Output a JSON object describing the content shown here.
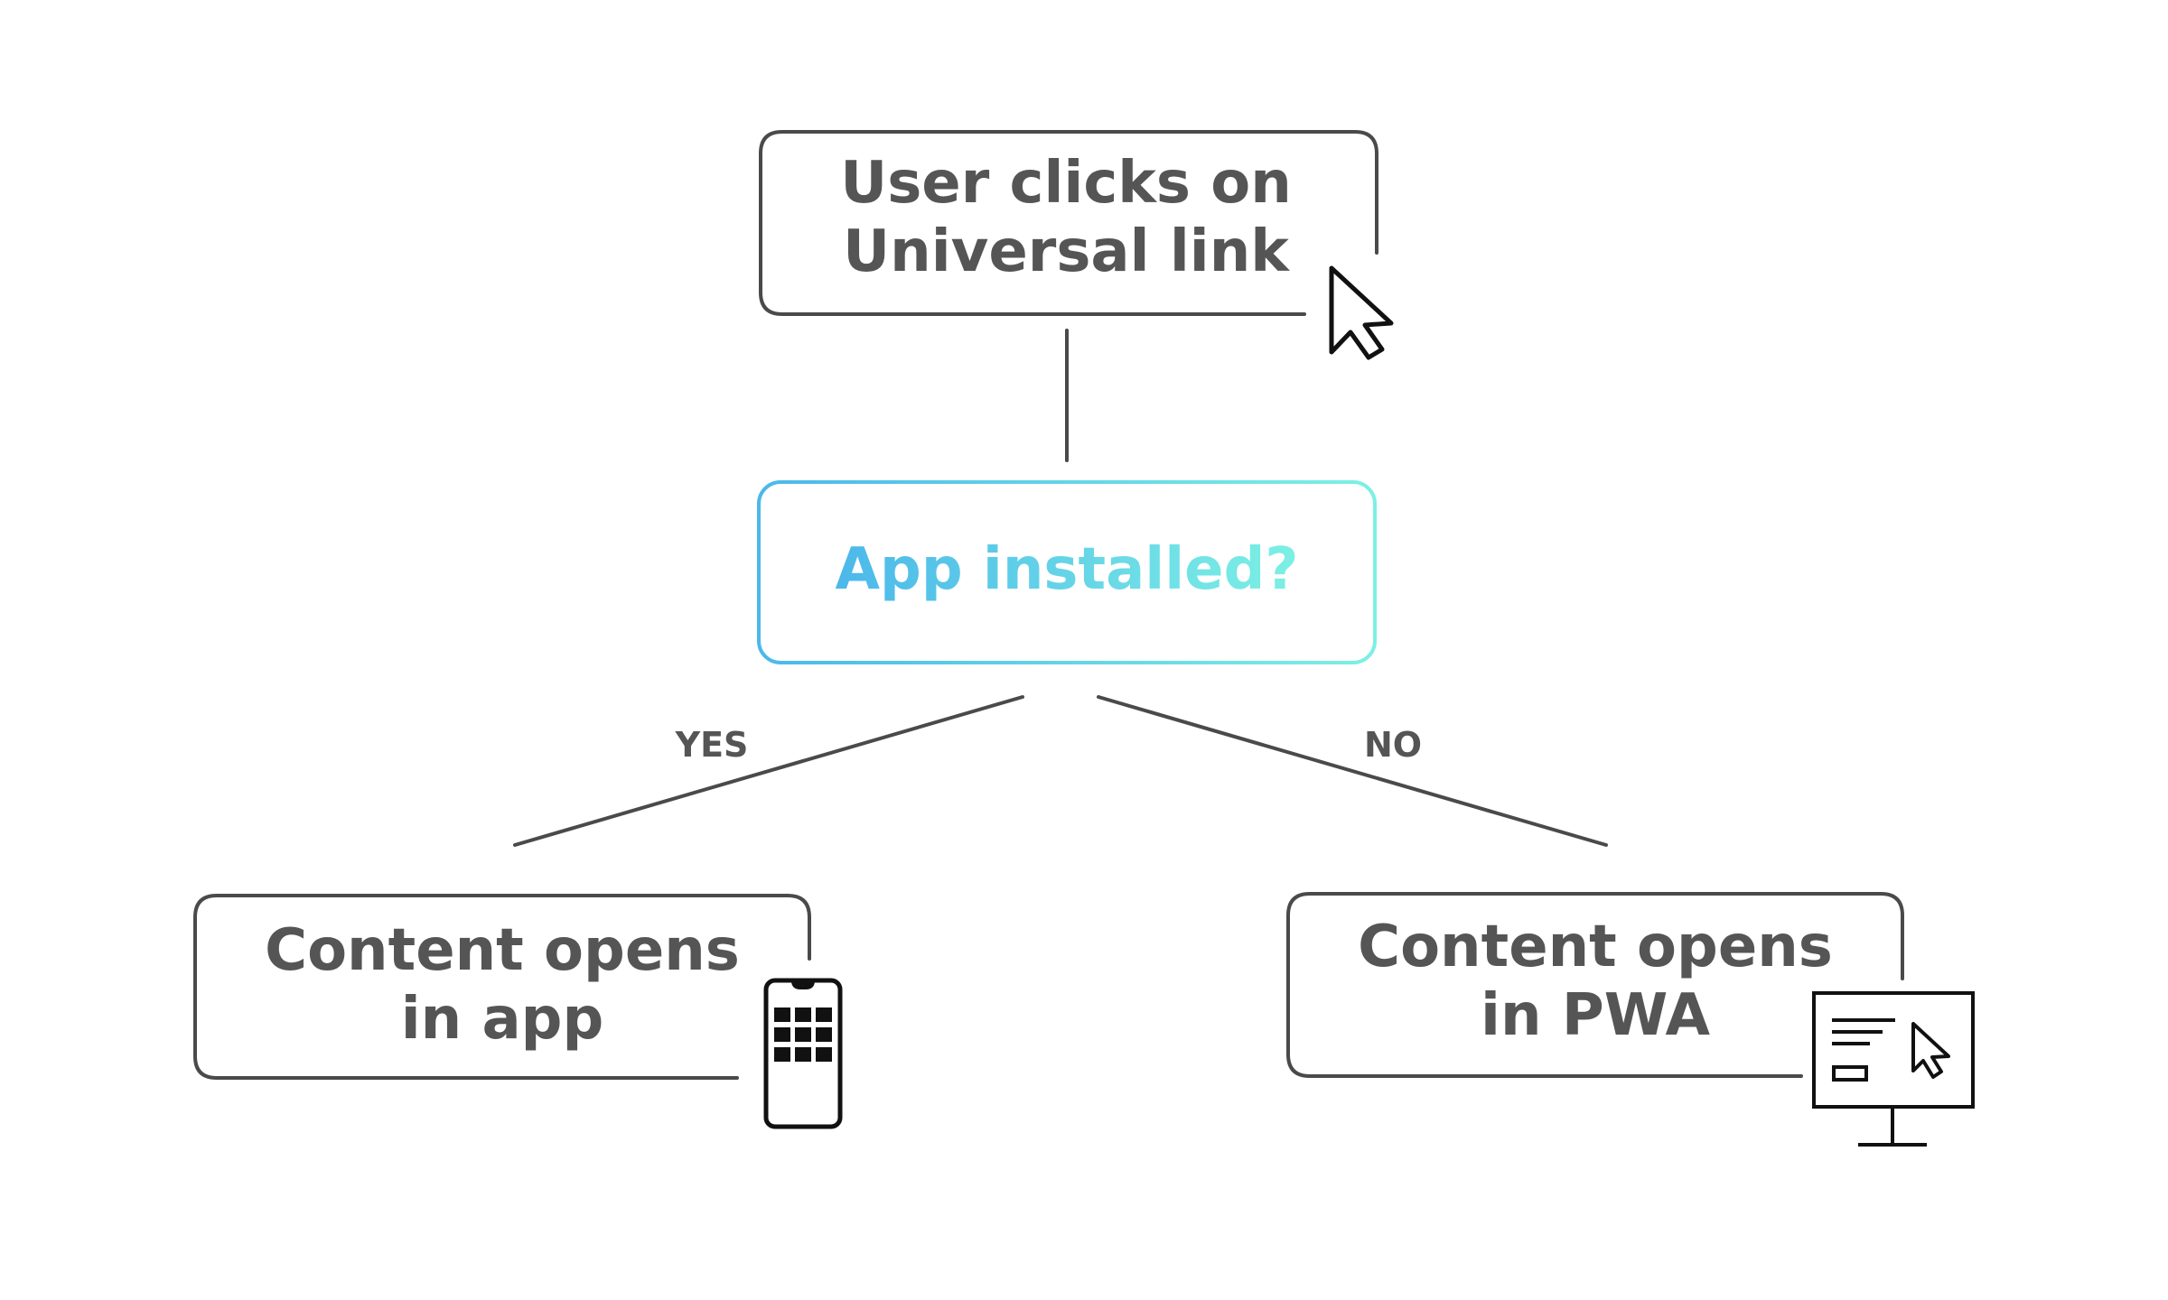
{
  "nodes": {
    "start": {
      "line1": "User clicks on",
      "line2": "Universal link"
    },
    "decision": {
      "label": "App installed?"
    },
    "left": {
      "line1": "Content opens",
      "line2": "in app"
    },
    "right": {
      "line1": "Content opens",
      "line2": "in PWA"
    }
  },
  "edges": {
    "yes": "YES",
    "no": "NO"
  },
  "colors": {
    "text": "#555555",
    "stroke": "#4a4a4a",
    "gradient_start": "#4cb8ea",
    "gradient_end": "#7df0e4"
  },
  "icons": {
    "start": "cursor-arrow-icon",
    "left": "smartphone-icon",
    "right": "desktop-monitor-icon"
  }
}
